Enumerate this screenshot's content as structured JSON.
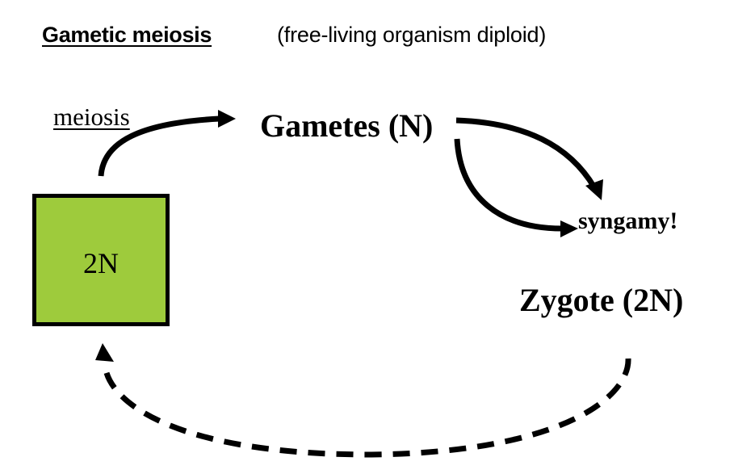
{
  "title": {
    "main": "Gametic meiosis",
    "subtitle": "(free-living organism diploid)"
  },
  "nodes": {
    "diploid_organism": {
      "label": "2N",
      "fill_color": "#9ecb3c",
      "border_color": "#000000"
    },
    "gametes": {
      "label": "Gametes (N)"
    },
    "syngamy": {
      "label": "syngamy!"
    },
    "zygote": {
      "label": "Zygote (2N)"
    }
  },
  "edges": [
    {
      "from": "diploid_organism",
      "to": "gametes",
      "label": "meiosis",
      "style": "solid"
    },
    {
      "from": "gametes",
      "to": "syngamy",
      "style": "solid"
    },
    {
      "from": "gametes",
      "to": "syngamy",
      "style": "solid"
    },
    {
      "from": "zygote",
      "to": "diploid_organism",
      "style": "dashed"
    }
  ]
}
